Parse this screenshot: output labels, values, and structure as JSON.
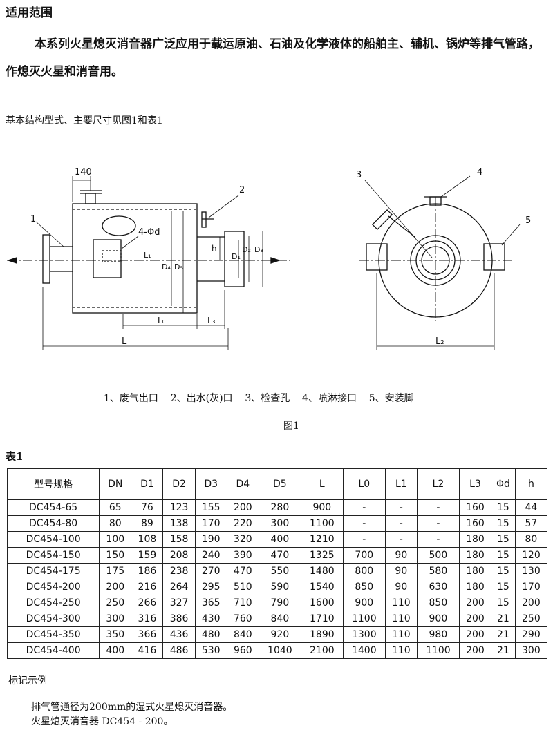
{
  "heading": "适用范围",
  "intro": "本系列火星熄灭消音器广泛应用于载运原油、石油及化学液体的船舶主、辅机、锅炉等排气管路，作熄灭火星和消音用。",
  "structure_note": "基本结构型式、主要尺寸见图1和表1",
  "figure": {
    "dims": {
      "d140": "140",
      "phid": "4-Φd",
      "L": "L",
      "L0": "L₀",
      "L1": "L₁",
      "L2": "L₂",
      "L3": "L₃",
      "h": "h",
      "D1": "D₁",
      "D2": "D₂",
      "D3": "D₃",
      "D4": "D₄",
      "D5": "D₅"
    },
    "callouts": {
      "c1": "1",
      "c2": "2",
      "c3": "3",
      "c4": "4",
      "c5": "5"
    },
    "legend": "1、废气出口    2、出水(灰)口    3、检查孔    4、喷淋接口    5、安装脚",
    "caption": "图1"
  },
  "table_caption": "表1",
  "table": {
    "headers": [
      "型号规格",
      "DN",
      "D1",
      "D2",
      "D3",
      "D4",
      "D5",
      "L",
      "L0",
      "L1",
      "L2",
      "L3",
      "Φd",
      "h"
    ],
    "rows": [
      [
        "DC454-65",
        "65",
        "76",
        "123",
        "155",
        "200",
        "280",
        "900",
        "-",
        "-",
        "-",
        "160",
        "15",
        "44"
      ],
      [
        "DC454-80",
        "80",
        "89",
        "138",
        "170",
        "220",
        "300",
        "1100",
        "-",
        "-",
        "-",
        "160",
        "15",
        "57"
      ],
      [
        "DC454-100",
        "100",
        "108",
        "158",
        "190",
        "320",
        "400",
        "1210",
        "-",
        "-",
        "-",
        "180",
        "15",
        "80"
      ],
      [
        "DC454-150",
        "150",
        "159",
        "208",
        "240",
        "390",
        "470",
        "1325",
        "700",
        "90",
        "500",
        "180",
        "15",
        "120"
      ],
      [
        "DC454-175",
        "175",
        "186",
        "238",
        "270",
        "470",
        "550",
        "1480",
        "800",
        "90",
        "580",
        "180",
        "15",
        "130"
      ],
      [
        "DC454-200",
        "200",
        "216",
        "264",
        "295",
        "510",
        "590",
        "1540",
        "850",
        "90",
        "630",
        "180",
        "15",
        "170"
      ],
      [
        "DC454-250",
        "250",
        "266",
        "327",
        "365",
        "710",
        "790",
        "1600",
        "900",
        "110",
        "850",
        "200",
        "15",
        "200"
      ],
      [
        "DC454-300",
        "300",
        "316",
        "386",
        "430",
        "760",
        "840",
        "1710",
        "1100",
        "110",
        "900",
        "200",
        "21",
        "250"
      ],
      [
        "DC454-350",
        "350",
        "366",
        "436",
        "480",
        "840",
        "920",
        "1890",
        "1300",
        "110",
        "980",
        "200",
        "21",
        "290"
      ],
      [
        "DC454-400",
        "400",
        "416",
        "486",
        "530",
        "960",
        "1040",
        "2100",
        "1400",
        "110",
        "1100",
        "200",
        "21",
        "300"
      ]
    ]
  },
  "marking": {
    "title": "标记示例",
    "line1": "排气管通径为200mm的湿式火星熄灭消音器。",
    "line2": "火星熄灭消音器 DC454 - 200。"
  }
}
